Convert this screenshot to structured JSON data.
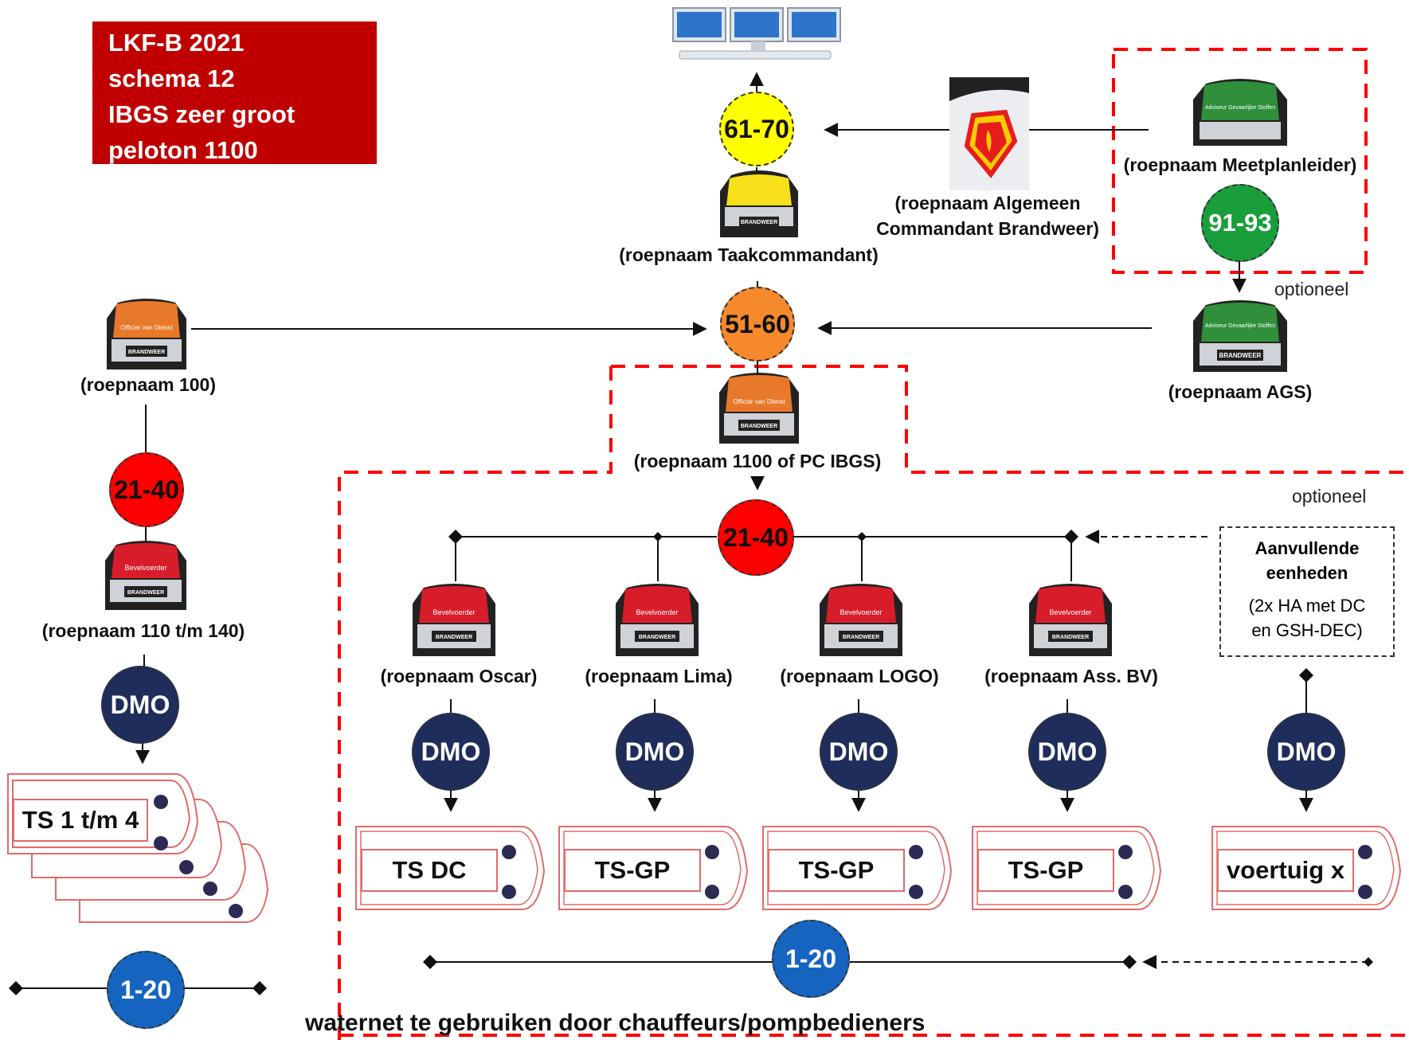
{
  "title": {
    "lines": [
      "LKF-B 2021",
      "schema 12",
      "IBGS zeer groot",
      "peloton 1100"
    ],
    "background": "#c00000"
  },
  "colors": {
    "yellow": "#ffff00",
    "orange": "#f5892c",
    "green": "#1a9e3c",
    "red": "#ff0000",
    "navy": "#1f2d5c",
    "blue": "#1565c0",
    "dashed_red": "#ff0000",
    "vest_yellow": "#f7e01a",
    "vest_orange": "#e8782a",
    "vest_green": "#2f8f3a",
    "vest_red": "#d81d2a"
  },
  "channels": {
    "c61": "61-70",
    "c51": "51-60",
    "c91": "91-93",
    "c2140_left": "21-40",
    "c2140_center": "21-40",
    "dmo": "DMO",
    "c120": "1-20"
  },
  "vests": {
    "green_text": "Adviseur Gevaarlijke Stoffen",
    "orange_text": "Officier van Dienst",
    "red_text": "Bevelvoerder",
    "brand": "BRANDWEER"
  },
  "labels": {
    "taakcommandant": "(roepnaam Taakcommandant)",
    "algemeen_1": "(roepnaam Algemeen",
    "algemeen_2": "Commandant Brandweer)",
    "meetplanleider": "(roepnaam Meetplanleider)",
    "ags": "(roepnaam AGS)",
    "r100": "(roepnaam 100)",
    "r1100": "(roepnaam 1100 of PC  IBGS)",
    "r110": "(roepnaam 110 t/m 140)",
    "oscar": "(roepnaam Oscar)",
    "lima": "(roepnaam Lima)",
    "logo": "(roepnaam LOGO)",
    "assbv": "(roepnaam Ass. BV)"
  },
  "optional_top": "optioneel",
  "optional_right": "optioneel",
  "aanvullend": {
    "title_1": "Aanvullende",
    "title_2": "eenheden",
    "sub_1": "(2x HA met DC",
    "sub_2": "en GSH-DEC)"
  },
  "trucks": {
    "left": "TS 1 t/m 4",
    "t1": "TS DC",
    "t2": "TS-GP",
    "t3": "TS-GP",
    "t4": "TS-GP",
    "t5": "voertuig x"
  },
  "footer": "waternet te gebruiken door chauffeurs/pompbedieners",
  "icons": {
    "monitors": "computer-monitors-icon",
    "badge": "brandweer-badge-icon",
    "vest": "vest-icon",
    "truck": "fire-truck-icon"
  }
}
